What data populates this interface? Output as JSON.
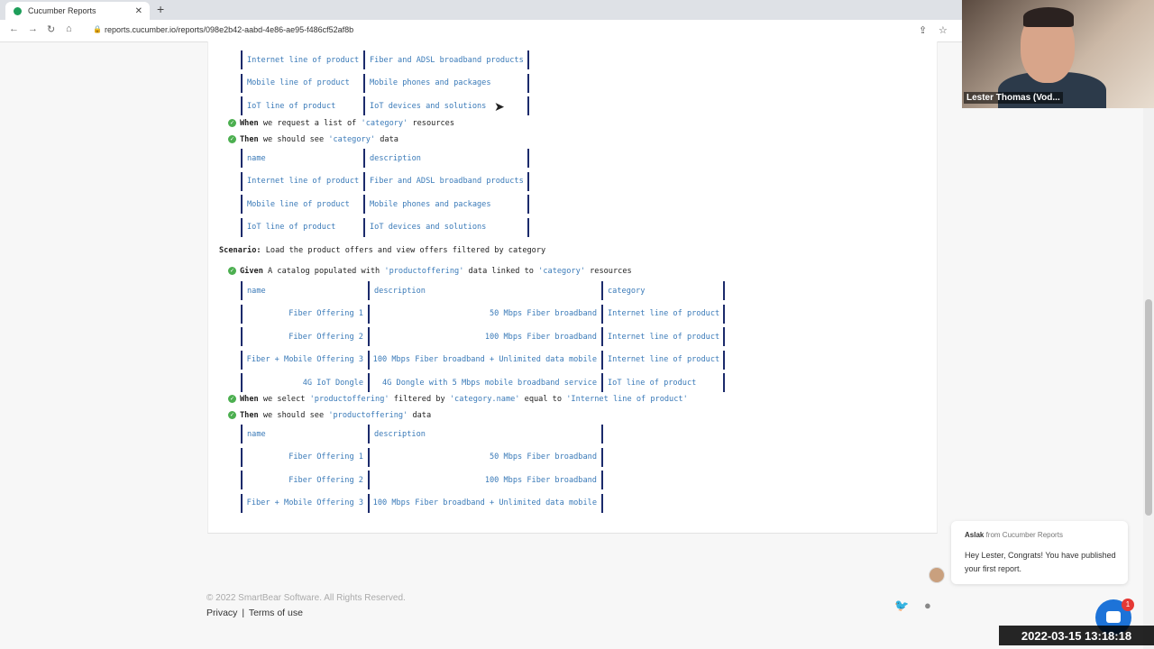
{
  "browser": {
    "tab_title": "Cucumber Reports",
    "url": "reports.cucumber.io/reports/098e2b42-aabd-4e86-ae95-f486cf52af8b"
  },
  "report": {
    "table1": {
      "rows": [
        [
          "Internet line of product",
          "Fiber and ADSL broadband products"
        ],
        [
          "Mobile line of product",
          "Mobile phones and packages"
        ],
        [
          "IoT line of product",
          "IoT devices and solutions"
        ]
      ]
    },
    "step_when1": {
      "kw": "When",
      "text": " we request a list of ",
      "q1": "'category'",
      "tail": " resources"
    },
    "step_then1": {
      "kw": "Then",
      "text": " we should see ",
      "q1": "'category'",
      "tail": " data"
    },
    "table2": {
      "header": [
        "name",
        "description"
      ],
      "rows": [
        [
          "Internet line of product",
          "Fiber and ADSL broadband products"
        ],
        [
          "Mobile line of product",
          "Mobile phones and packages"
        ],
        [
          "IoT line of product",
          "IoT devices and solutions"
        ]
      ]
    },
    "scenario": {
      "kw": "Scenario:",
      "text": " Load the product offers and view offers filtered by category"
    },
    "step_given": {
      "kw": "Given",
      "text": " A catalog populated with ",
      "q1": "'productoffering'",
      "mid": " data linked to ",
      "q2": "'category'",
      "tail": " resources"
    },
    "table3": {
      "header": [
        "name",
        "description",
        "category"
      ],
      "rows": [
        [
          "Fiber Offering 1",
          "50 Mbps Fiber broadband",
          "Internet line of product"
        ],
        [
          "Fiber Offering 2",
          "100 Mbps Fiber broadband",
          "Internet line of product"
        ],
        [
          "Fiber + Mobile Offering 3",
          "100 Mbps Fiber broadband + Unlimited data mobile",
          "Internet line of product"
        ],
        [
          "4G IoT Dongle",
          "4G Dongle with 5 Mbps mobile broadband service",
          "IoT line of product"
        ]
      ]
    },
    "step_when2": {
      "kw": "When",
      "text": " we select ",
      "q1": "'productoffering'",
      "mid": " filtered by ",
      "q2": "'category.name'",
      "mid2": " equal to ",
      "q3": "'Internet line of product'"
    },
    "step_then2": {
      "kw": "Then",
      "text": " we should see ",
      "q1": "'productoffering'",
      "tail": " data"
    },
    "table4": {
      "header": [
        "name",
        "description"
      ],
      "rows": [
        [
          "Fiber Offering 1",
          "50 Mbps Fiber broadband"
        ],
        [
          "Fiber Offering 2",
          "100 Mbps Fiber broadband"
        ],
        [
          "Fiber + Mobile Offering 3",
          "100 Mbps Fiber broadband + Unlimited data mobile"
        ]
      ]
    }
  },
  "footer": {
    "copyright": "© 2022 SmartBear Software. All Rights Reserved.",
    "privacy": "Privacy",
    "separator": "|",
    "terms": "Terms of use"
  },
  "video": {
    "participant": "Lester Thomas (Vod..."
  },
  "chat": {
    "sender": "Aslak",
    "from_text": " from Cucumber Reports",
    "message": "Hey Lester, Congrats! You have published your first report.",
    "badge_count": "1"
  },
  "timestamp": "2022-03-15  13:18:18"
}
